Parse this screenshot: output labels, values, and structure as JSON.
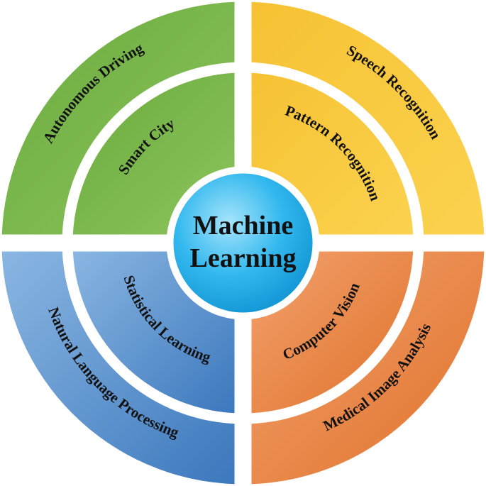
{
  "center": {
    "line1": "Machine",
    "line2": "Learning",
    "color": "#2bb6ec"
  },
  "quadrants": [
    {
      "id": "green",
      "color_outer": "#74b34a",
      "color_inner": "#8cc25a",
      "outer_label": "Autonomous Driving",
      "inner_label": "Smart City"
    },
    {
      "id": "yellow",
      "color_outer": "#f7c42a",
      "color_inner": "#f9cd45",
      "outer_label": "Speech Recognition",
      "inner_label": "Pattern Recognition"
    },
    {
      "id": "orange",
      "color_outer": "#e9803c",
      "color_inner": "#e27a34",
      "outer_label": "Medical Image Analysis",
      "inner_label": "Computer Vision"
    },
    {
      "id": "blue",
      "color_outer": "#4f8ac9",
      "color_inner": "#5a95d0",
      "outer_label": "Natural Language Processing",
      "inner_label": "Statistical Learning"
    }
  ]
}
